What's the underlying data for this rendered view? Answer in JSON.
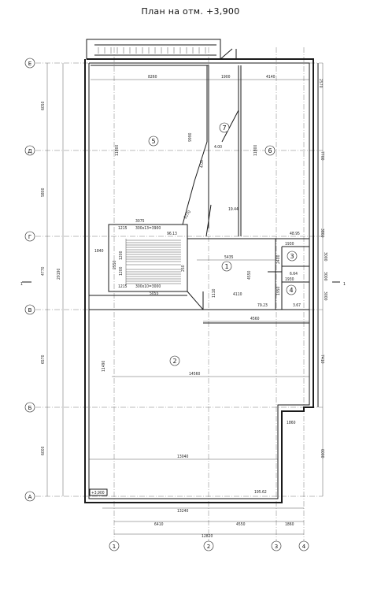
{
  "title": "План на отм. +3,900",
  "level_mark": "+3,900",
  "axes_letters": [
    "Е",
    "Д",
    "Г",
    "В",
    "Б",
    "А"
  ],
  "axes_numbers": [
    "1",
    "2",
    "3",
    "4"
  ],
  "rooms": [
    "1",
    "2",
    "3",
    "4",
    "5",
    "6",
    "7"
  ],
  "section_mark": "1",
  "dims": {
    "d8260": "8260",
    "d1900": "1900",
    "d4140": "4140",
    "d2570": "2570",
    "d6050": "6050",
    "d5800": "5800",
    "d4770": "4770",
    "d6570": "6570",
    "d6000": "6000",
    "d29190": "29190",
    "d9990": "9990",
    "d11800": "11800",
    "d11800b": "11800",
    "d7700": "7700",
    "d3860": "3860",
    "d4_00": "4.00",
    "d4_00b": "4.00",
    "d19_44": "19.44",
    "d3075": "3075",
    "d2270": "2270",
    "d1215": "1215",
    "d300x13": "300x13=3900",
    "d96_13": "96.13",
    "d1840": "1840",
    "d2550": "2550",
    "d1200": "1200",
    "d1200b": "1200",
    "d1215b": "1215",
    "d300x10": "300x10=3000",
    "d5055": "5055",
    "d250": "250",
    "d5435": "5435",
    "d4550v": "4550",
    "d1110": "1110",
    "d4110": "4110",
    "d79_23": "79.23",
    "d48_95": "48.95",
    "d1930": "1930",
    "d1930b": "1930",
    "d2400": "2400",
    "d6_64": "6.64",
    "d1950": "1950",
    "d3_67": "3.67",
    "d3000a": "3000",
    "d3000b": "3000",
    "d3000c": "3000",
    "d4560": "4560",
    "d14560": "14560",
    "d13040": "13040",
    "d195_62": "195.62",
    "d11490": "11490",
    "d7410": "7410",
    "d6000r": "6000",
    "d1860": "1860",
    "d13240": "13240",
    "d6410": "6410",
    "d4550": "4550",
    "d1860b": "1860",
    "d12820": "12820"
  }
}
